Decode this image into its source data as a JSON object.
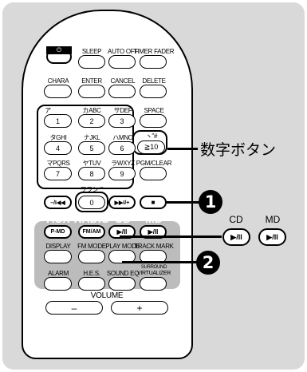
{
  "row1": {
    "power_icon": "power-icon",
    "sleep": "SLEEP",
    "auto_off": "AUTO OFF",
    "timer_fader": "TIMER FADER"
  },
  "row2": {
    "chara": "CHARA",
    "enter": "ENTER",
    "cancel": "CANCEL",
    "delete": "DELETE"
  },
  "row3": {
    "kana1": "ア",
    "abc": "カABC",
    "def": "サDEF",
    "space": "SPACE"
  },
  "row4": {
    "ghi": "タGHI",
    "jkl": "ナJKL",
    "mno": "ハMNO",
    "sym": "ヽ\"#"
  },
  "row5": {
    "pqrs": "マPQRS",
    "tuv": "ヤTUV",
    "wxyz": "ラWXYZ",
    "pgm": "PGM/CLEAR"
  },
  "keypad": [
    "1",
    "2",
    "3",
    "4",
    "5",
    "6",
    "≧10",
    "7",
    "8",
    "9"
  ],
  "zero": {
    "label": "ワヲン*°",
    "key": "0"
  },
  "transport": {
    "prev": "–/I◀◀",
    "next": "▶▶I/+",
    "stop": "■"
  },
  "sources": {
    "aux": "AUX",
    "aux_btn": "P-MD",
    "radio": "RADIO",
    "radio_btn": "FM/AM",
    "cd": "CD",
    "cd_btn": "▶/II",
    "md": "MD",
    "md_btn": "▶/II"
  },
  "row8": {
    "display": "DISPLAY",
    "fm_mode": "FM MODE",
    "play_mode": "PLAY MODE",
    "track_mark": "TRACK MARK"
  },
  "row9": {
    "alarm": "ALARM",
    "hes": "H.E.S.",
    "sound_eq": "SOUND EQ",
    "virtualizer_top": "SURROUND",
    "virtualizer": "VIRTUALIZER"
  },
  "volume": {
    "label": "VOLUME",
    "minus": "–",
    "plus": "+"
  },
  "callouts": {
    "keypad": "数字ボタン",
    "step1": "1",
    "step2": "2"
  },
  "side": {
    "cd_label": "CD",
    "cd_btn": "▶/II",
    "md_label": "MD",
    "md_btn": "▶/II"
  }
}
